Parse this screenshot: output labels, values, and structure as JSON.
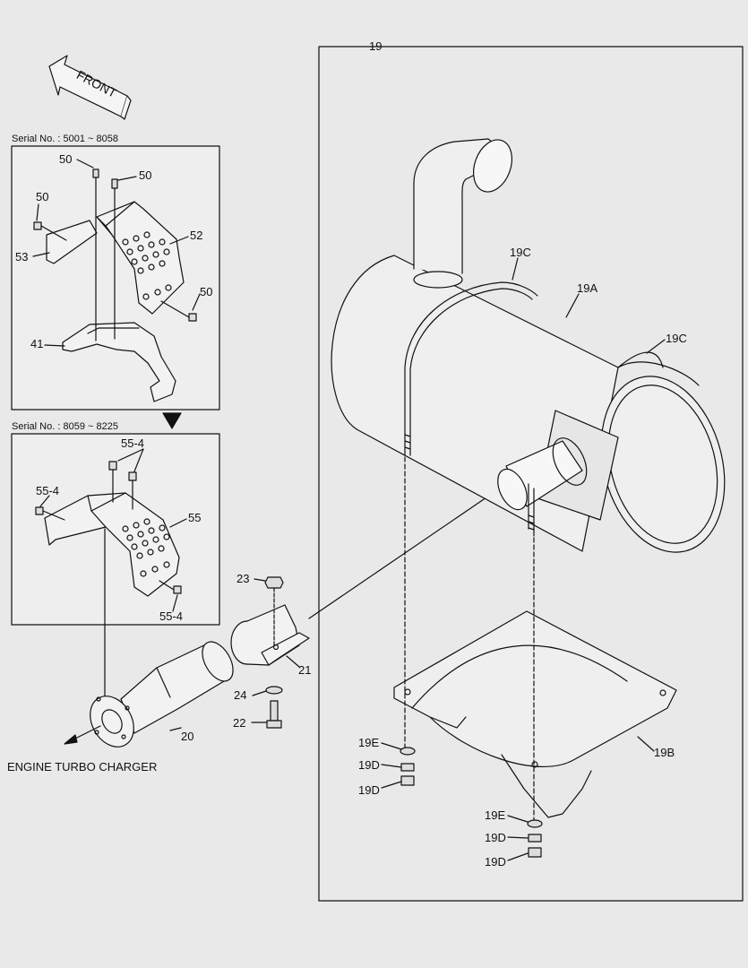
{
  "front_arrow": {
    "text": "FRONT"
  },
  "group1": {
    "serial": "Serial No. : 5001 ~ 8058"
  },
  "group2": {
    "serial": "Serial No. : 8059 ~ 8225"
  },
  "engine_label": "ENGINE TURBO CHARGER",
  "callouts": {
    "c19": "19",
    "c19A": "19A",
    "c19B": "19B",
    "c19C_top": "19C",
    "c19C_right": "19C",
    "c19E_left": "19E",
    "c19D_left_1": "19D",
    "c19D_left_2": "19D",
    "c19E_right": "19E",
    "c19D_right_1": "19D",
    "c19D_right_2": "19D",
    "c20": "20",
    "c21": "21",
    "c22": "22",
    "c23": "23",
    "c24": "24",
    "c41": "41",
    "c50_a": "50",
    "c50_b": "50",
    "c50_c": "50",
    "c50_d": "50",
    "c52": "52",
    "c53": "53",
    "c55": "55",
    "c55_4_a": "55-4",
    "c55_4_b": "55-4",
    "c55_4_c": "55-4"
  }
}
